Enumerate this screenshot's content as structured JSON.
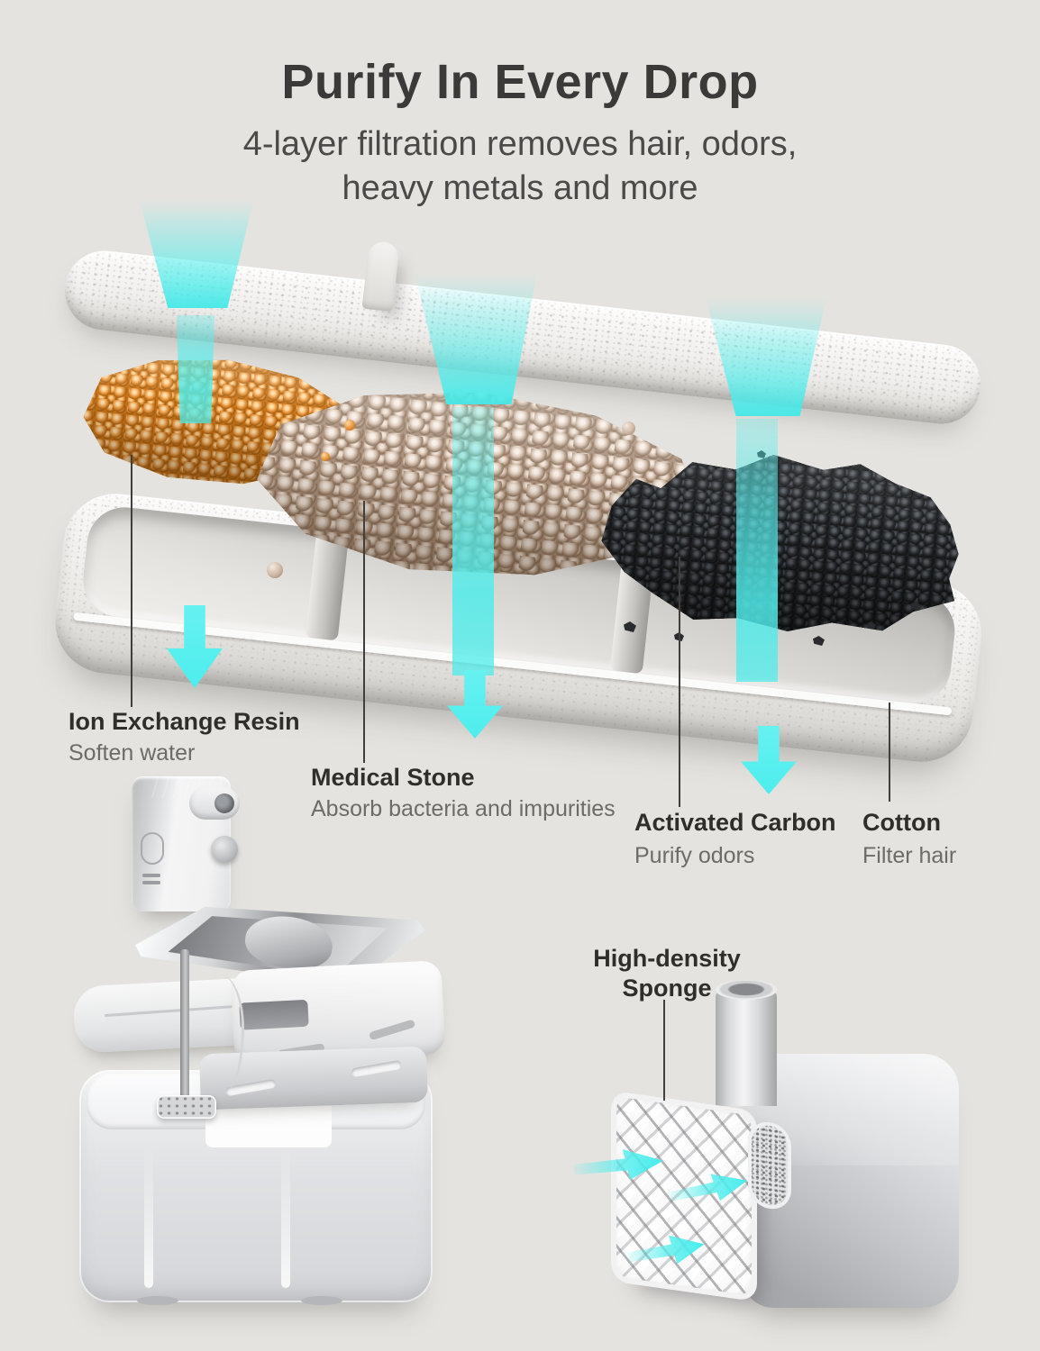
{
  "header": {
    "title": "Purify In Every Drop",
    "subtitle_line1": "4-layer filtration removes hair, odors,",
    "subtitle_line2": "heavy metals and more"
  },
  "layers": {
    "resin": {
      "name": "Ion Exchange Resin",
      "desc": "Soften water"
    },
    "stone": {
      "name": "Medical Stone",
      "desc": "Absorb bacteria and impurities"
    },
    "carbon": {
      "name": "Activated Carbon",
      "desc": "Purify odors"
    },
    "cotton": {
      "name": "Cotton",
      "desc": "Filter hair"
    }
  },
  "pump": {
    "sponge_line1": "High-density",
    "sponge_line2": "Sponge"
  },
  "icons": {
    "water_flow_down_arrow": "css-shape-down-arrow",
    "water_flow_up_arrow": "css-shape-up-arrow",
    "water_inflow_arrow": "css-shape-right-arrow"
  },
  "colors": {
    "background": "#e4e3df",
    "accent_cyan": "#55eeee",
    "title_text": "#3b3a38",
    "label_text": "#2f2e2b",
    "muted_text": "#6e6b66",
    "resin_orange": "#e0913a",
    "stone_tan": "#cdb7a6",
    "carbon_black": "#232426"
  }
}
